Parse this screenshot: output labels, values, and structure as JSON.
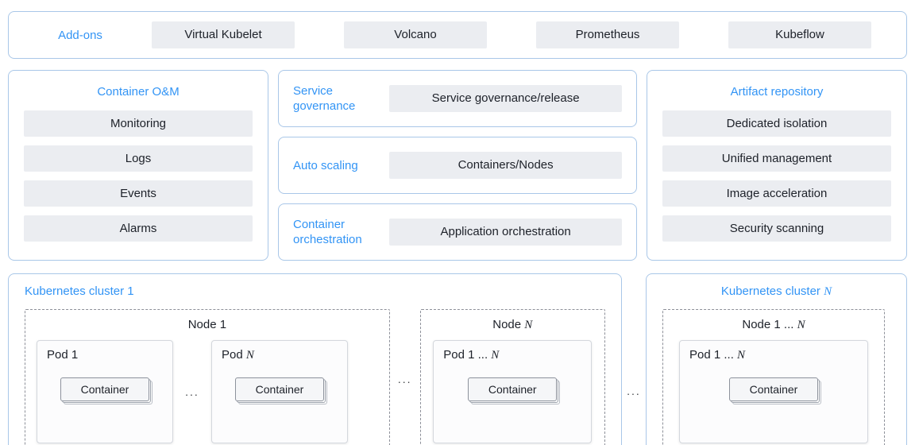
{
  "colors": {
    "accent_blue": "#3294f5",
    "panel_border": "#a9c7e8",
    "item_bg": "#ebedf1",
    "dashed_border": "#8d9099",
    "text": "#1d2129"
  },
  "addons": {
    "label": "Add-ons",
    "items": [
      "Virtual Kubelet",
      "Volcano",
      "Prometheus",
      "Kubeflow"
    ]
  },
  "container_om": {
    "title": "Container O&M",
    "items": [
      "Monitoring",
      "Logs",
      "Events",
      "Alarms"
    ]
  },
  "capabilities": [
    {
      "label": "Service governance",
      "item": "Service governance/release"
    },
    {
      "label": "Auto scaling",
      "item": "Containers/Nodes"
    },
    {
      "label": "Container orchestration",
      "item": "Application orchestration"
    }
  ],
  "artifact_repository": {
    "title": "Artifact repository",
    "items": [
      "Dedicated isolation",
      "Unified management",
      "Image acceleration",
      "Security scanning"
    ]
  },
  "ellipsis": "...",
  "cluster1": {
    "title_prefix": "Kubernetes cluster 1",
    "title_italic": "",
    "node1": {
      "label_prefix": "Node 1",
      "label_italic": "",
      "pod1": {
        "label_prefix": "Pod 1",
        "label_italic": "",
        "container": "Container"
      },
      "pod2": {
        "label_prefix": "Pod ",
        "label_italic": "N",
        "container": "Container"
      }
    },
    "nodeN": {
      "label_prefix": "Node ",
      "label_italic": "N",
      "pod": {
        "label_prefix": "Pod 1 ... ",
        "label_italic": "N",
        "container": "Container"
      }
    }
  },
  "clusterN": {
    "title_prefix": "Kubernetes cluster ",
    "title_italic": "N",
    "node": {
      "label_prefix": "Node 1 ... ",
      "label_italic": "N",
      "pod": {
        "label_prefix": "Pod 1 ... ",
        "label_italic": "N",
        "container": "Container"
      }
    }
  }
}
